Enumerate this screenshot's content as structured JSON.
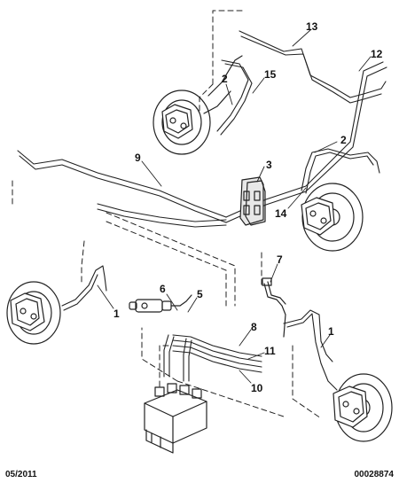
{
  "callouts": {
    "c1_left": "1",
    "c1_right": "1",
    "c2_top": "2",
    "c2_right": "2",
    "c3": "3",
    "c5": "5",
    "c6": "6",
    "c7": "7",
    "c8": "8",
    "c9": "9",
    "c10": "10",
    "c11": "11",
    "c12": "12",
    "c13": "13",
    "c14": "14",
    "c15": "15"
  },
  "footer": {
    "date": "05/2011",
    "reference": "00028874"
  }
}
